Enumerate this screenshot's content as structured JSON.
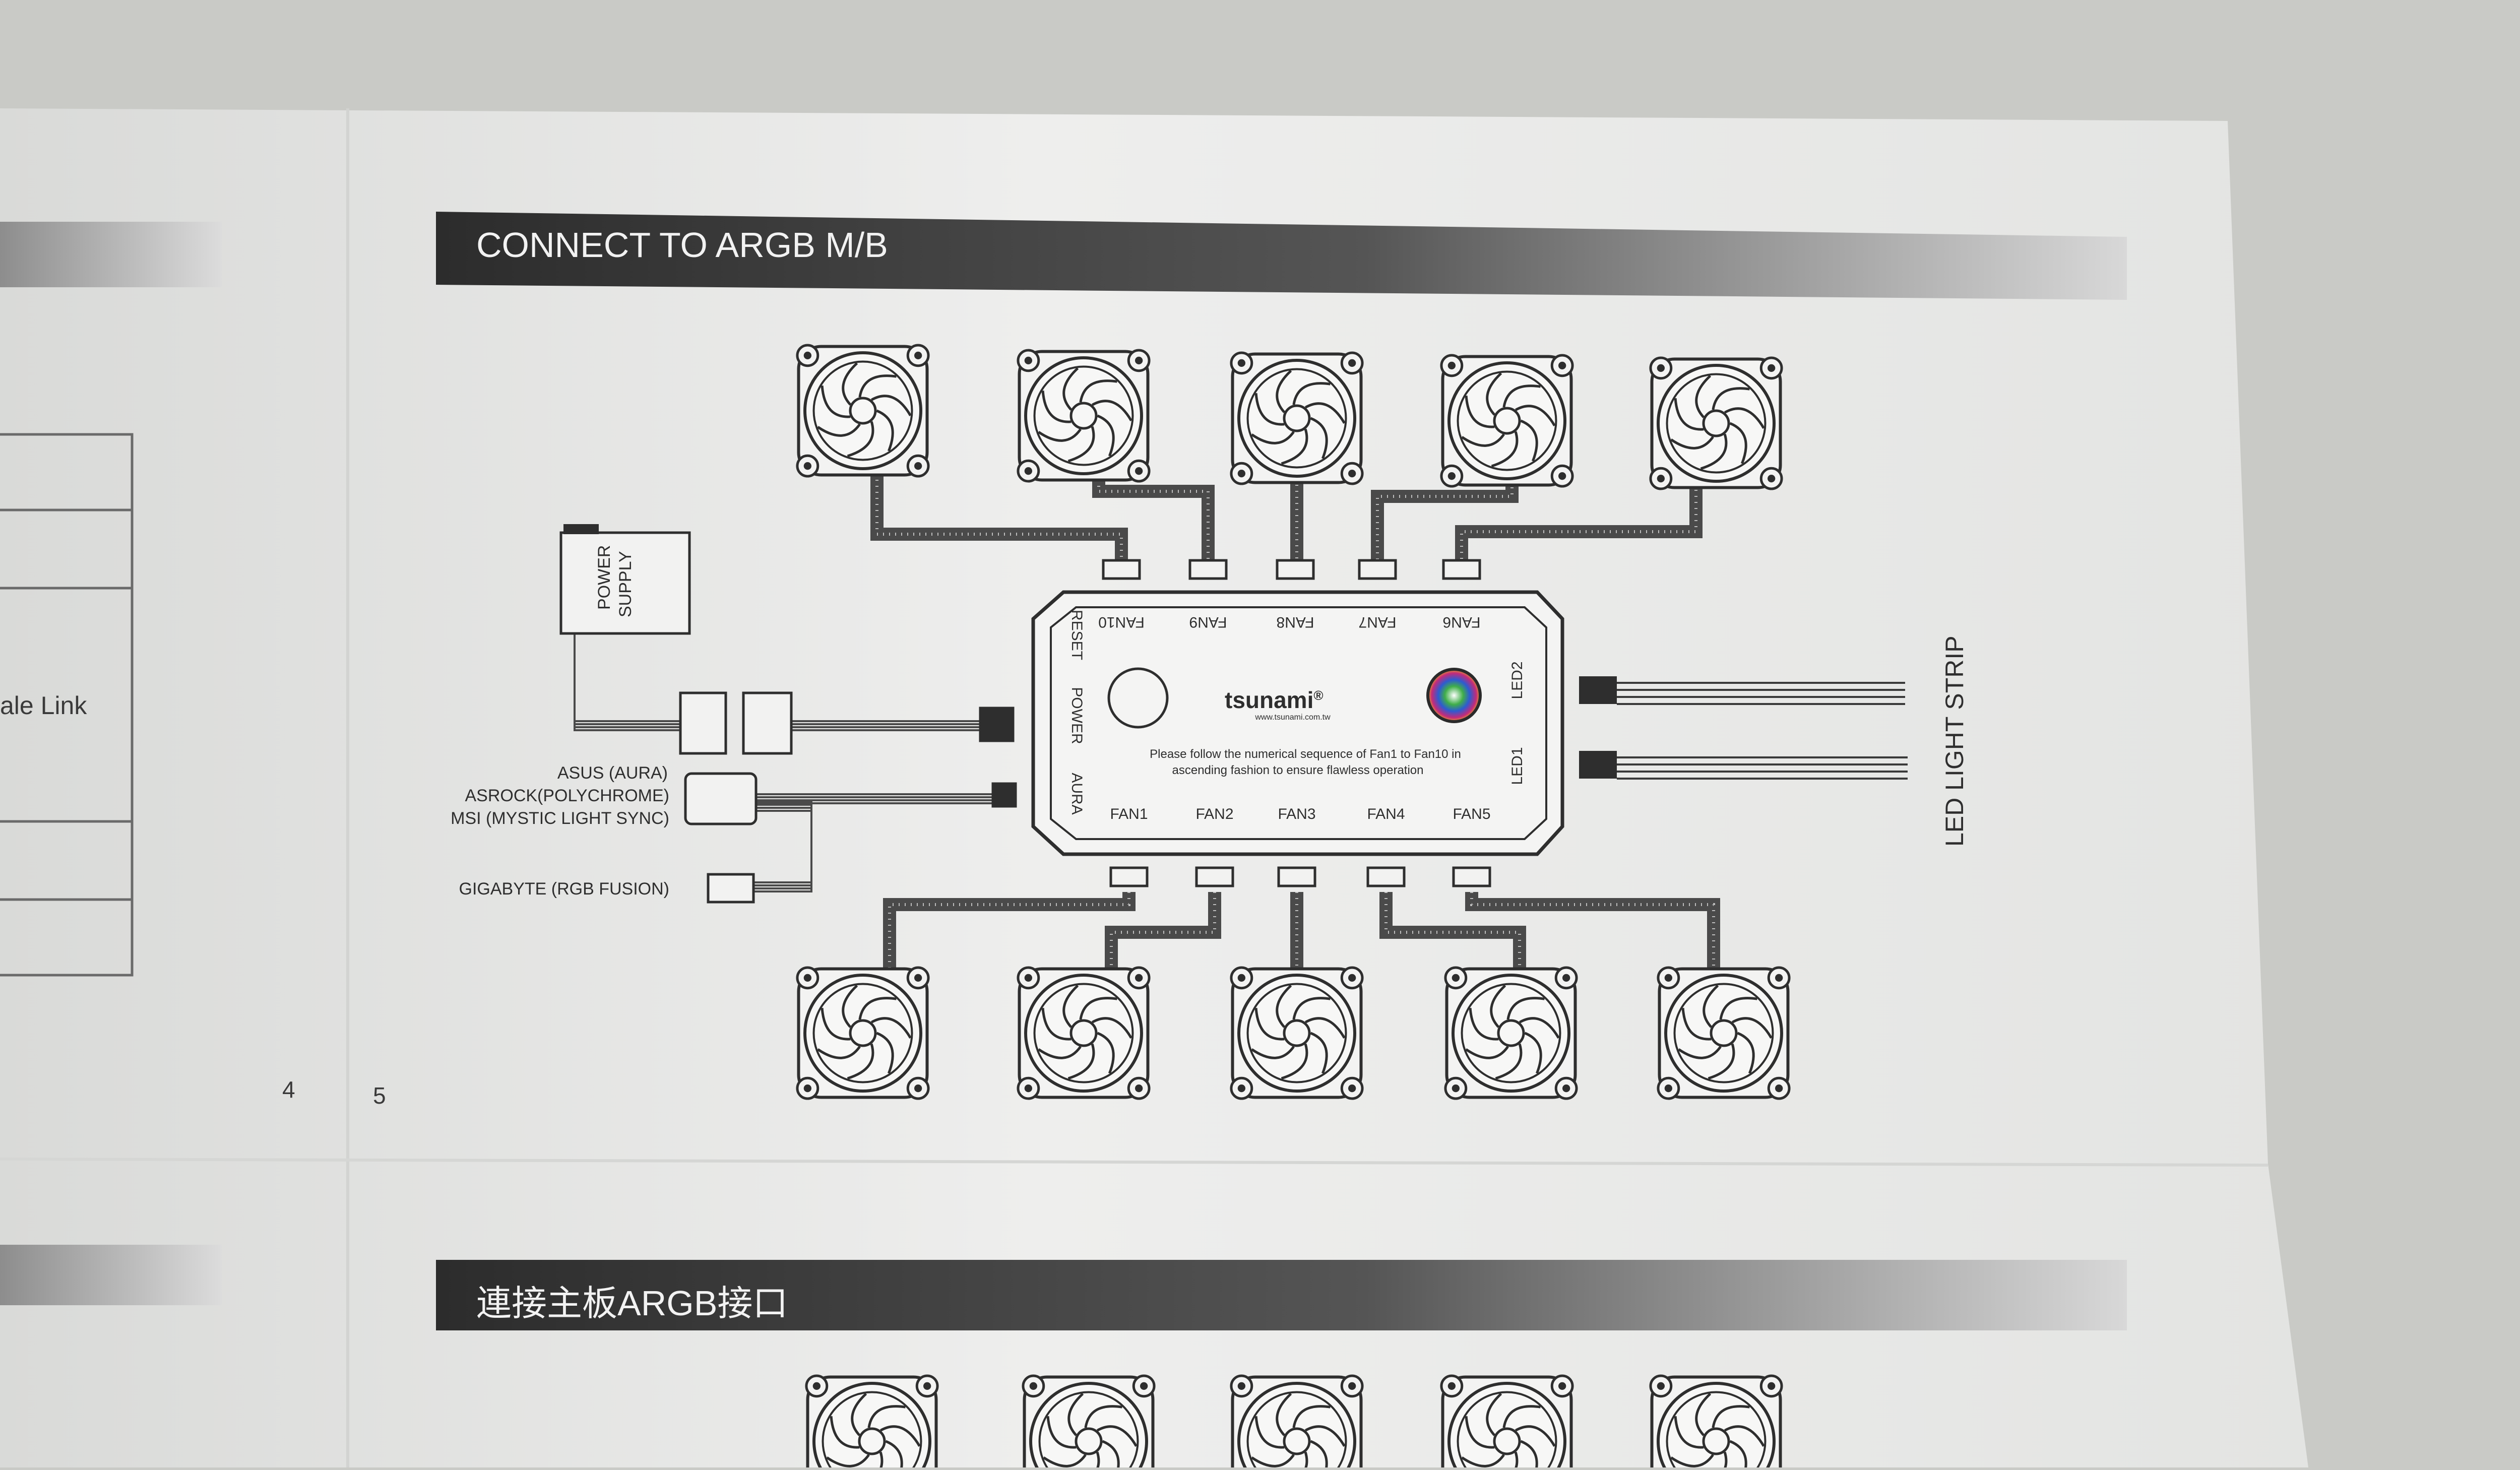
{
  "page": {
    "header": "CONNECT TO ARGB M/B",
    "header_cn": "連接主板ARGB接口",
    "left_page_fragment": "ale Link",
    "page_number_left": "4",
    "page_number_right": "5"
  },
  "controller": {
    "brand": "tsunami",
    "brand_mark": "®",
    "url": "www.tsunami.com.tw",
    "instructions": [
      "Please follow the numerical sequence of Fan1 to Fan10 in",
      "ascending fashion to ensure flawless operation"
    ],
    "top_ports": [
      "FAN10",
      "FAN9",
      "FAN8",
      "FAN7",
      "FAN6"
    ],
    "bottom_ports": [
      "FAN1",
      "FAN2",
      "FAN3",
      "FAN4",
      "FAN5"
    ],
    "side_labels": [
      "RESET",
      "POWER",
      "AURA"
    ],
    "led_ports": [
      "LED2",
      "LED1"
    ]
  },
  "power_supply": {
    "label_line1": "POWER",
    "label_line2": "SUPPLY"
  },
  "motherboards": {
    "argb_3pin": [
      "ASUS (AURA)",
      "ASROCK(POLYCHROME)",
      "MSI (MYSTIC LIGHT SYNC)"
    ],
    "gigabyte": "GIGABYTE (RGB FUSION)"
  },
  "led_strip": {
    "label": "LED LIGHT STRIP"
  },
  "colors": {
    "paper": "#e6e7e6",
    "ink": "#2e2e2e",
    "header_bg": "#3a3a3a",
    "line": "#5c5c5c"
  }
}
